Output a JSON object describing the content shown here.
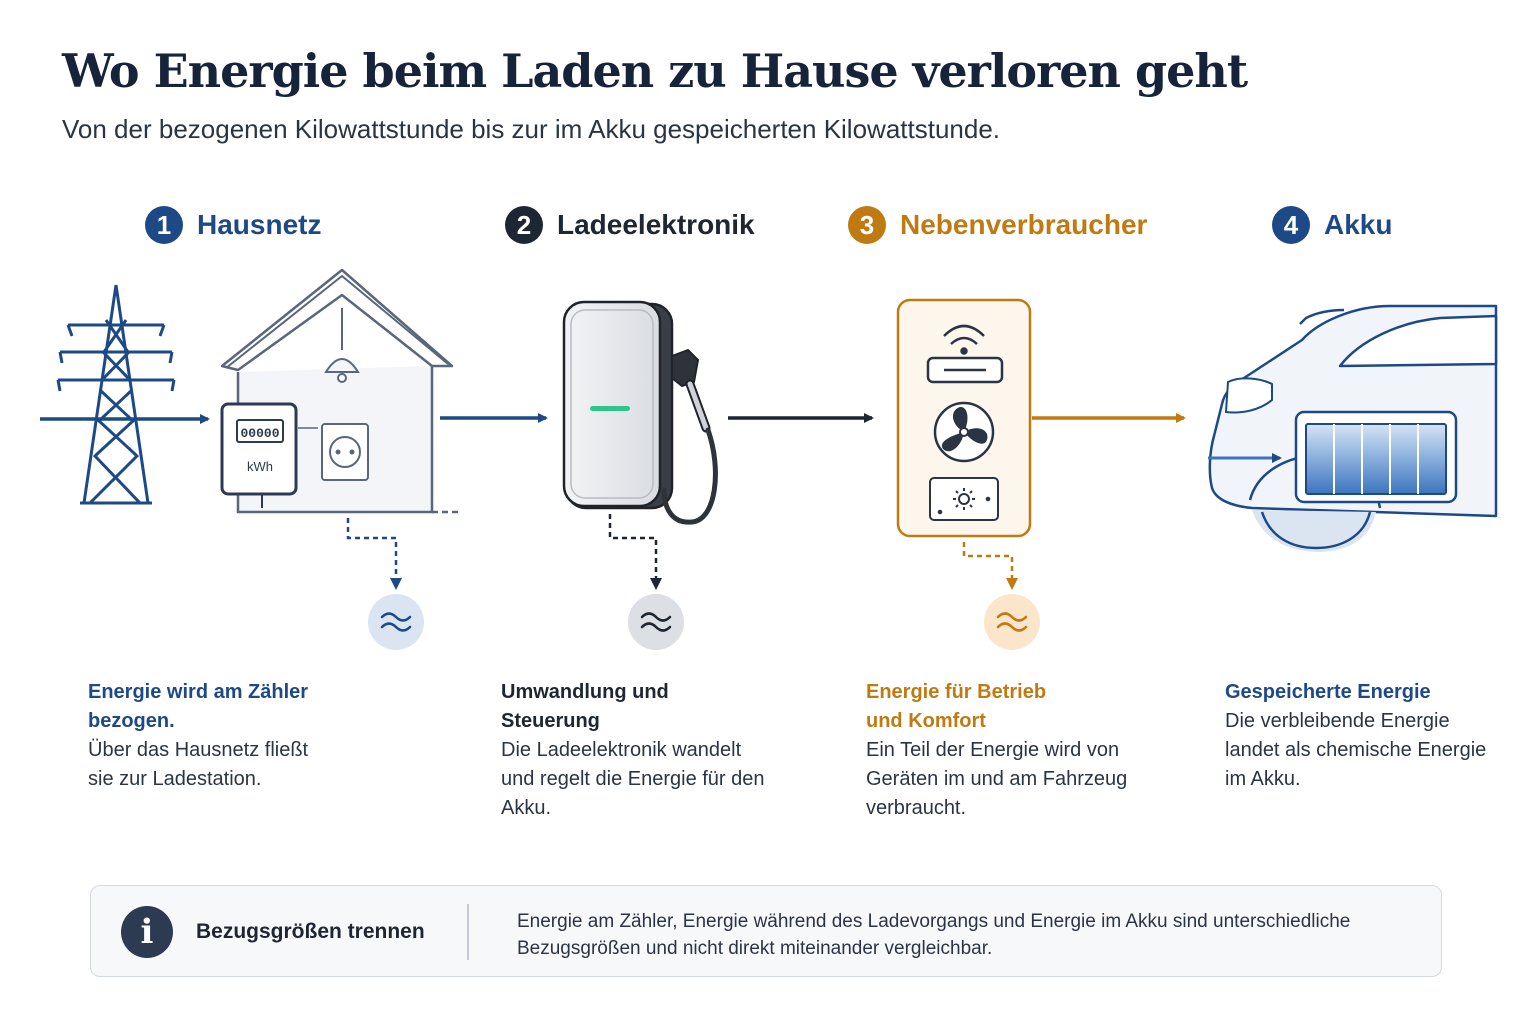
{
  "title": "Wo Energie beim Laden zu Hause verloren geht",
  "subtitle": "Von der bezogenen Kilowattstunde bis zur im Akku gespeicherten Kilowattstunde.",
  "colors": {
    "blue": "#1d4a86",
    "dark": "#1e2633",
    "orange": "#c07a12",
    "light_blue": "#dbe5f2"
  },
  "steps": [
    {
      "number": "1",
      "label": "Hausnetz",
      "desc_title": "Energie wird am Zähler bezogen.",
      "desc_text": "Über das Hausnetz fließt sie zur Ladestation.",
      "icon": "house-with-meter-icon"
    },
    {
      "number": "2",
      "label": "Ladeelektronik",
      "desc_title": "Umwandlung und Steuerung",
      "desc_text": "Die Ladeelektronik wandelt und regelt die Energie für den Akku.",
      "icon": "wallbox-charger-icon"
    },
    {
      "number": "3",
      "label": "Nebenverbraucher",
      "desc_title": "Energie für Betrieb und Komfort",
      "desc_text": "Ein Teil der Energie wird von Geräten im und am Fahrzeug verbraucht.",
      "icon": "auxiliary-devices-icon"
    },
    {
      "number": "4",
      "label": "Akku",
      "desc_title": "Gespeicherte Energie",
      "desc_text": "Die verbleibende Energie landet als chemische Energie im Akku.",
      "icon": "car-battery-icon"
    }
  ],
  "meter": {
    "digits": "00000",
    "unit": "kWh"
  },
  "info": {
    "icon": "info-icon",
    "icon_glyph": "i",
    "title": "Bezugsgrößen trennen",
    "text": "Energie am Zähler, Energie während des Ladevorgangs und Energie im Akku sind unterschiedliche Bezugsgrößen und nicht direkt miteinander vergleichbar."
  }
}
